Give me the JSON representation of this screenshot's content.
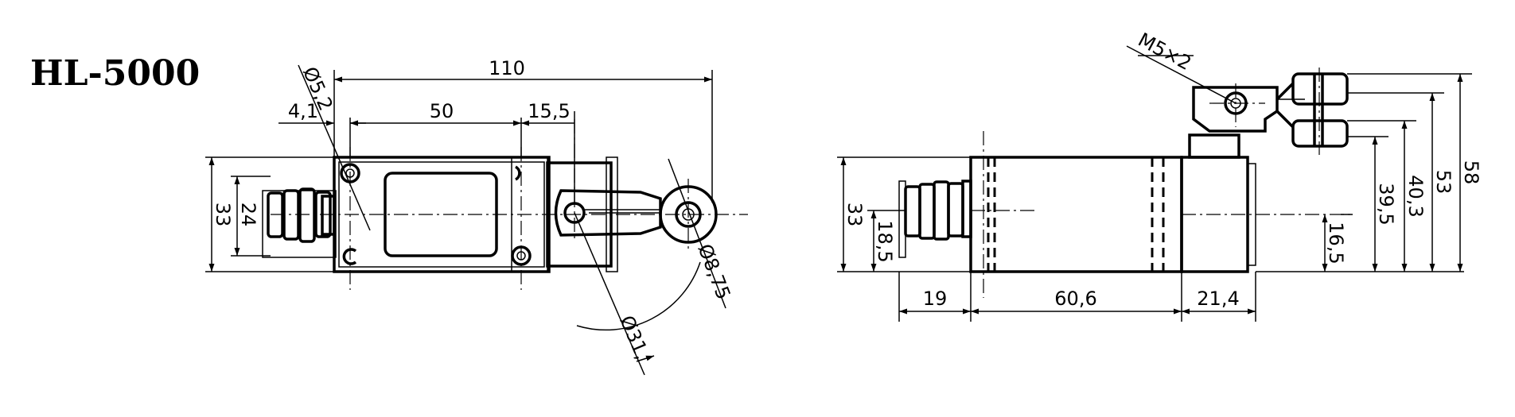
{
  "title": "HL-5000",
  "dimensions": {
    "front": {
      "length_total": "110",
      "hole_diameter": "Ø5,2",
      "hole_offset": "4,1",
      "hole_spacing": "50",
      "lever_offset": "15,5",
      "height_outer": "33",
      "gland_height": "24",
      "roller_diameter": "Ø8,75",
      "arc_diameter": "Ø31,"
    },
    "side": {
      "thread": "M5×2",
      "height_body": "33",
      "gland_center": "18,5",
      "gland_length": "19",
      "body_length": "60,6",
      "head_length": "21,4",
      "shaft_center": "16,5",
      "h1": "39,5",
      "h2": "40,3",
      "h3": "53",
      "h4": "58"
    }
  }
}
